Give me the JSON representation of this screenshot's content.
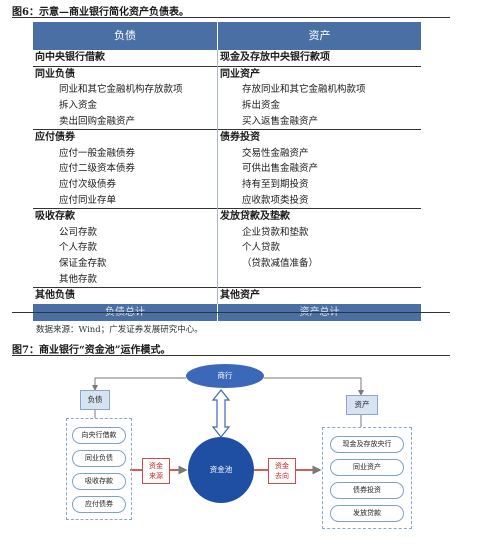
{
  "figure6": {
    "title": "图6：示意—商业银行简化资产负债表。",
    "header": [
      "负债",
      "资产"
    ],
    "rows": [
      {
        "type": "group",
        "left": "向中央银行借款",
        "right": "现金及存放中央银行款项"
      },
      {
        "type": "group",
        "left": "同业负债",
        "right": "同业资产"
      },
      {
        "type": "item",
        "left": "同业和其它金融机构存放款项",
        "right": "存放同业和其它金融机构款项"
      },
      {
        "type": "item",
        "left": "拆入资金",
        "right": "拆出资金"
      },
      {
        "type": "item",
        "left": "卖出回购金融资产",
        "right": "买入返售金融资产"
      },
      {
        "type": "group",
        "left": "应付债券",
        "right": "债券投资"
      },
      {
        "type": "item",
        "left": "应付一般金融债券",
        "right": "交易性金融资产"
      },
      {
        "type": "item",
        "left": "应付二级资本债券",
        "right": "可供出售金融资产"
      },
      {
        "type": "item",
        "left": "应付次级债券",
        "right": "持有至到期投资"
      },
      {
        "type": "item",
        "left": "应付同业存单",
        "right": "应收款项类投资"
      },
      {
        "type": "group",
        "left": "吸收存款",
        "right": "发放贷款及垫款"
      },
      {
        "type": "item",
        "left": "公司存款",
        "right": "企业贷款和垫款"
      },
      {
        "type": "item",
        "left": "个人存款",
        "right": "个人贷款"
      },
      {
        "type": "item",
        "left": "保证金存款",
        "right": "（贷款减值准备）"
      },
      {
        "type": "item",
        "left": "其他存款",
        "right": ""
      },
      {
        "type": "group",
        "left": "其他负债",
        "right": "其他资产"
      }
    ],
    "footer": [
      "负债总计",
      "资产总计"
    ],
    "source": "数据来源：Wind；广发证券发展研究中心。"
  },
  "figure7": {
    "title": "图7：商业银行“资金池”运作模式。",
    "top_node": "商行",
    "pool": "资金池",
    "liability_header": "负债",
    "asset_header": "资产",
    "liability_items": [
      "向央行借款",
      "同业负债",
      "吸收存款",
      "应付债券"
    ],
    "asset_items": [
      "现金及存放央行",
      "同业资产",
      "债券投资",
      "发放贷款"
    ],
    "inflow_label": [
      "资金",
      "来源"
    ],
    "outflow_label": [
      "资金",
      "去向"
    ]
  },
  "colors": {
    "header_blue": "#4a6fa5",
    "node_blue": "#3b68b8",
    "pool_blue": "#1f4fa3",
    "arrow_red": "#c62828",
    "frame_light": "#8aa6cf"
  }
}
